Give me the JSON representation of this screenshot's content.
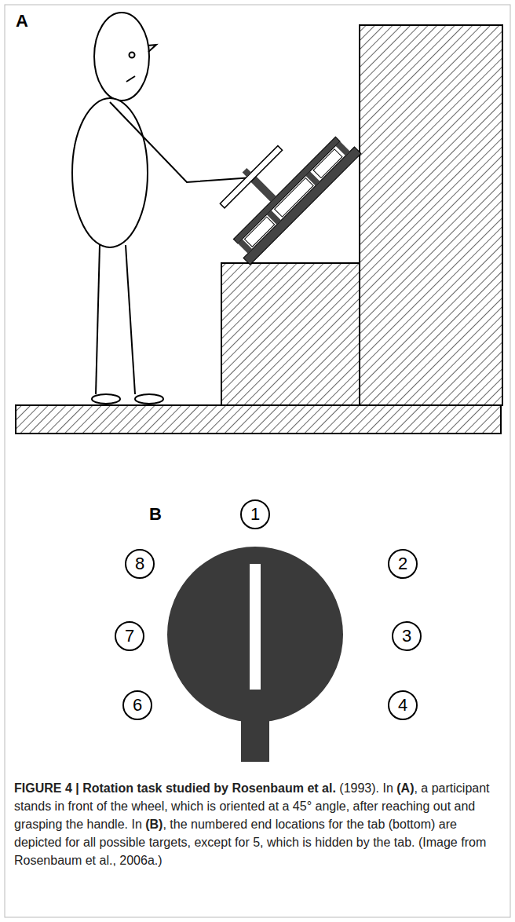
{
  "diagram": {
    "caption": "FIGURE 4 | Rotation task studied by Rosenbaum et al. (1993). In (A), a participant stands in front of the wheel, which is oriented at a 45° angle, after reaching out and grasping the handle. In (B), the numbered end locations for the tab (bottom) are depicted for all possible targets, except for 5, which is hidden by the tab. (Image from Rosenbaum et al., 2006a.)",
    "nodes": [
      {
        "text": [
          "1"
        ]
      },
      {
        "text": [
          "2"
        ]
      },
      {
        "text": [
          "3"
        ]
      },
      {
        "text": [
          "4"
        ]
      },
      {
        "text": [
          "6"
        ]
      },
      {
        "text": [
          "7"
        ]
      },
      {
        "text": [
          "8"
        ]
      }
    ],
    "labels": [
      "A",
      "B"
    ]
  }
}
